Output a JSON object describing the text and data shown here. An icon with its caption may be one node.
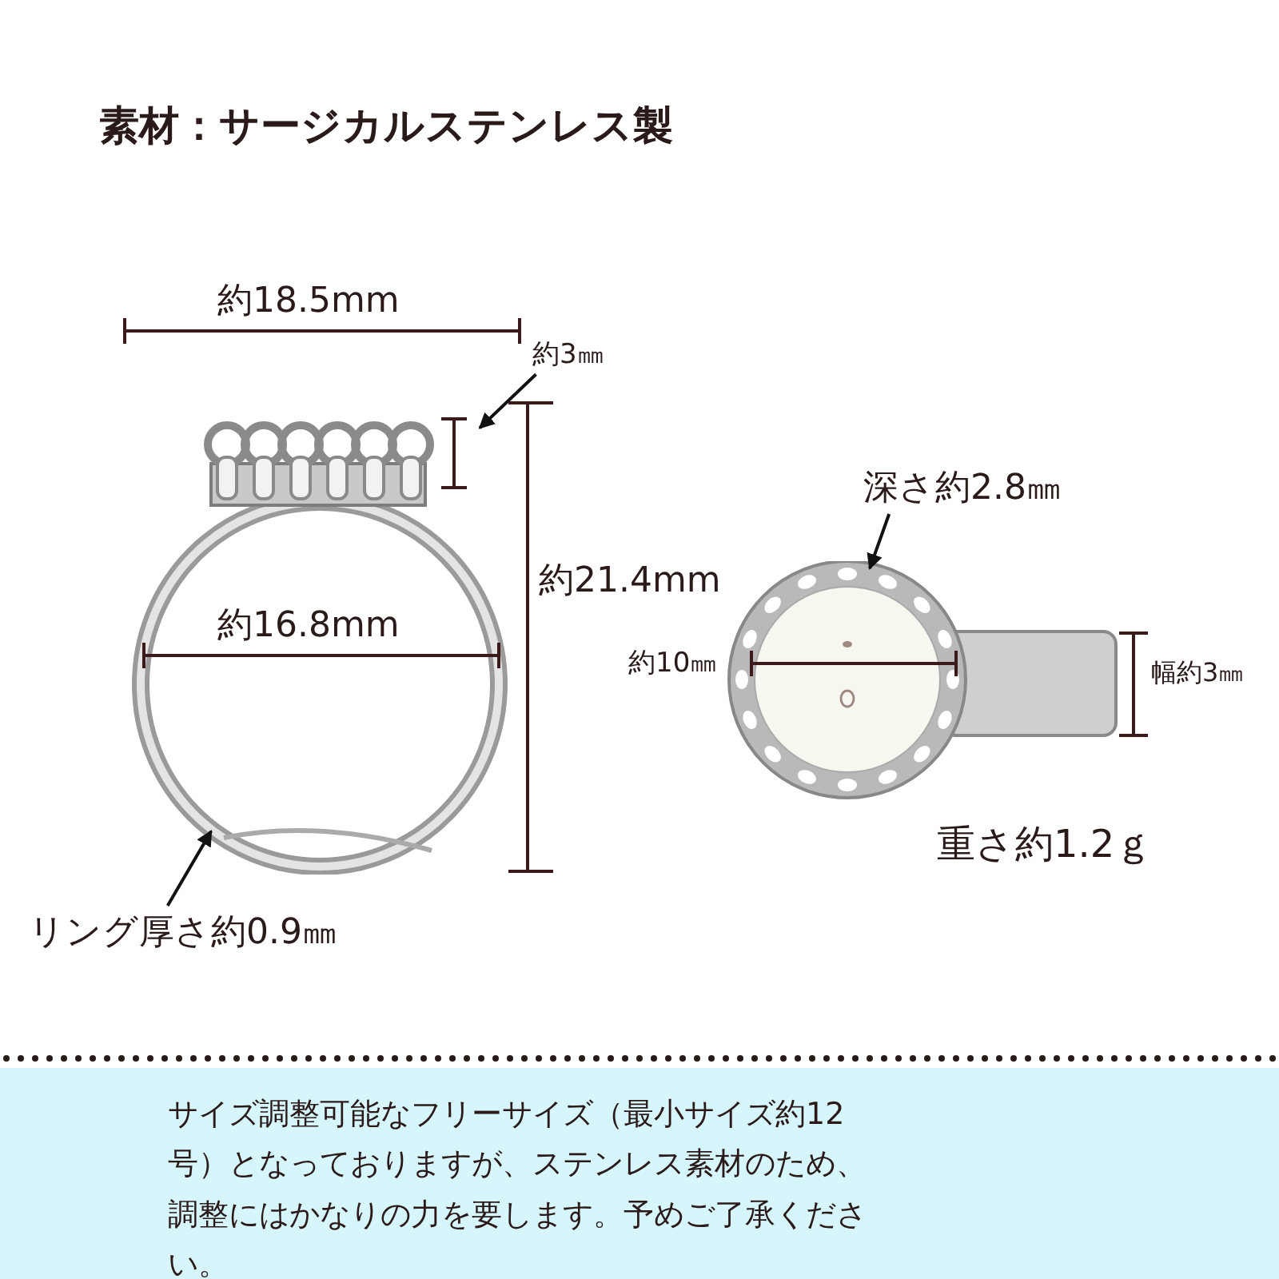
{
  "diagram": {
    "title": "素材：サージカルステンレス製",
    "nodes": [
      {
        "text": [
          "約3㎜"
        ]
      },
      {
        "text": [],
        "shape": "picture"
      },
      {
        "text": [
          "深さ約2.8㎜"
        ]
      },
      {
        "text": [],
        "shape": "picture"
      },
      {
        "text": [
          "リング厚さ約0.9㎜"
        ]
      }
    ],
    "edges": [
      {
        "from": 0,
        "to": 1,
        "arrow": "to"
      },
      {
        "from": 2,
        "to": 3,
        "arrow": "to"
      },
      {
        "from": 4,
        "to": 1,
        "arrow": "to"
      }
    ],
    "labels": [
      "約18.5mm",
      "約21.4mm",
      "約16.8mm",
      "約10㎜",
      "幅約3㎜",
      "重さ約1.2ｇ",
      "サイズ調整可能なフリーサイズ（最小サイズ約12号）となっておりますが、ステンレス素材のため、調整にはかなりの力を要します。予めご了承ください。"
    ]
  }
}
